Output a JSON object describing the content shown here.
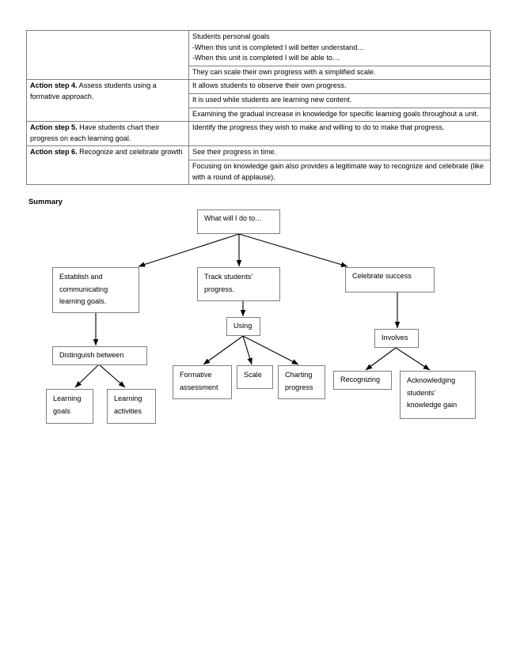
{
  "document": {
    "table": {
      "rows": [
        {
          "left": {
            "bold": "",
            "text": "",
            "blank": true,
            "rowspan": 4
          },
          "right": [
            "Students personal goals",
            "-When this unit is completed I will better understand…",
            "-When this unit is completed I will be able to…"
          ]
        },
        {
          "right": [
            "They can scale their own progress with a simplified scale."
          ]
        },
        {
          "left": {
            "bold": "Action step 4.",
            "text": " Assess students using a formative approach.",
            "rowspan": 3
          },
          "right": [
            "It allows students to observe their own progress."
          ]
        },
        {
          "right": [
            "It is used while students are learning new content."
          ]
        },
        {
          "right": [
            "Examining the gradual increase in knowledge for specific learning goals throughout a unit."
          ]
        },
        {
          "left": {
            "bold": "Action step 5.",
            "text": " Have students chart their progress on each learning goal.",
            "rowspan": 1
          },
          "right": [
            " Identify the progress they wish to make and willing to do to make that progress."
          ]
        },
        {
          "left": {
            "bold": "Action step 6.",
            "text": " Recognize and celebrate growth",
            "rowspan": 2
          },
          "right": [
            "See their progress in time."
          ]
        },
        {
          "right": [
            " Focusing on knowledge gain also provides a legitimate way to recognize and celebrate (like with a round of applause)."
          ]
        }
      ],
      "cells": {
        "r1c2_l1": "Students personal goals",
        "r1c2_l2": "-When this unit is completed I will better understand…",
        "r1c2_l3": "-When this unit is completed I will be able to…",
        "r2c2": "They can scale their own progress with a simplified scale.",
        "step4_bold": "Action step 4.",
        "step4_text": " Assess students using a formative approach.",
        "r3c2": "It allows students to observe their own progress.",
        "r4c2": "It is used while students are learning new content.",
        "r5c2": "Examining the gradual increase in knowledge for specific learning goals throughout a unit.",
        "step5_bold": "Action step 5.",
        "step5_text": " Have students chart their progress on each learning goal.",
        "r6c2": " Identify the progress they wish to make and willing to do to make that progress.",
        "step6_bold": "Action step 6.",
        "step6_text": " Recognize and celebrate growth",
        "r7c2": "See their progress in time.",
        "r8c2": " Focusing on knowledge gain also provides a legitimate way to recognize and celebrate (like with a round of applause)."
      }
    },
    "summary_heading": "Summary"
  },
  "diagram": {
    "nodes": {
      "root": "What will I do to…",
      "branch1": "Establish and communicating learning goals.",
      "branch2": "Track students’ progress.",
      "branch3": "Celebrate success",
      "distinguish": "Distinguish between",
      "learning_goals": "Learning goals",
      "learning_activities": "Learning activities",
      "using": "Using",
      "formative_assessment": "Formative assessment",
      "scale": "Scale",
      "charting_progress": "Charting progress",
      "involves": "Involves",
      "recognizing": "Recognizing",
      "acknowledging": "Acknowledging students’ knowledge gain"
    },
    "style": {
      "border_color": "#7f7f7f",
      "line_color": "#000000",
      "background": "#ffffff"
    }
  }
}
